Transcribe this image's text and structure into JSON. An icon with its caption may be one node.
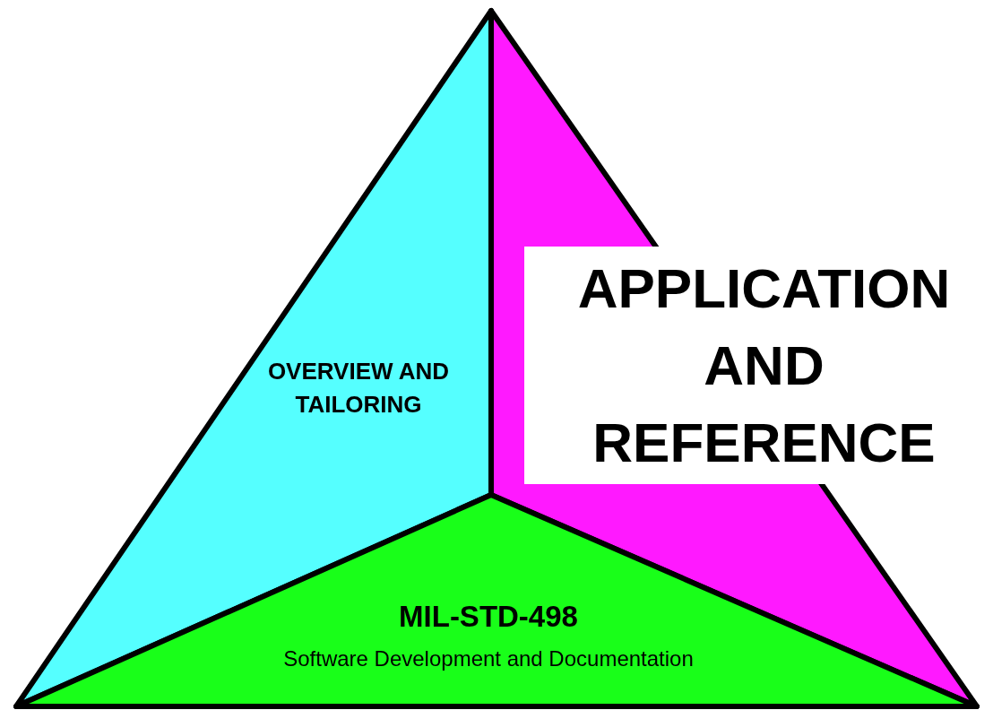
{
  "diagram": {
    "nodes": [
      {
        "text": [
          "OVERVIEW AND TAILORING"
        ]
      },
      {
        "text": [
          "APPLICATION AND REFERENCE"
        ]
      },
      {
        "text": [
          "MIL-STD-498",
          "Software Development and Documentation"
        ]
      }
    ]
  }
}
